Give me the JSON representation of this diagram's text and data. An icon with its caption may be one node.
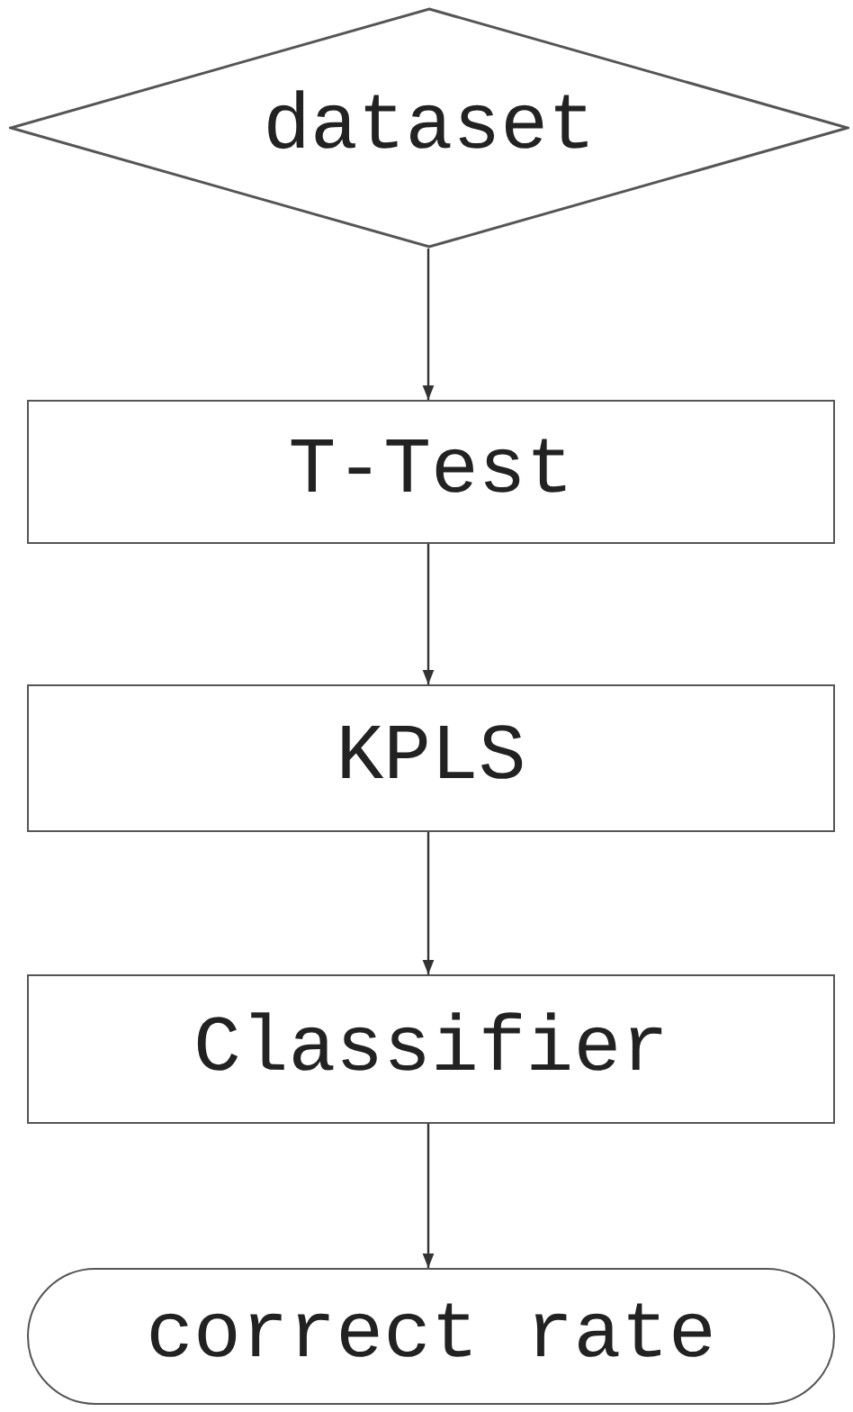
{
  "diagram": {
    "nodes": [
      {
        "text": [
          "dataset"
        ]
      },
      {
        "text": [
          "T-Test"
        ]
      },
      {
        "text": [
          "KPLS"
        ]
      },
      {
        "text": [
          "Classifier"
        ]
      },
      {
        "text": [
          "correct rate"
        ]
      }
    ],
    "edges": [
      {
        "from": 0,
        "to": 1,
        "arrow": "to"
      },
      {
        "from": 1,
        "to": 2,
        "arrow": "to"
      },
      {
        "from": 2,
        "to": 3,
        "arrow": "to"
      },
      {
        "from": 3,
        "to": 4,
        "arrow": "to"
      }
    ]
  }
}
